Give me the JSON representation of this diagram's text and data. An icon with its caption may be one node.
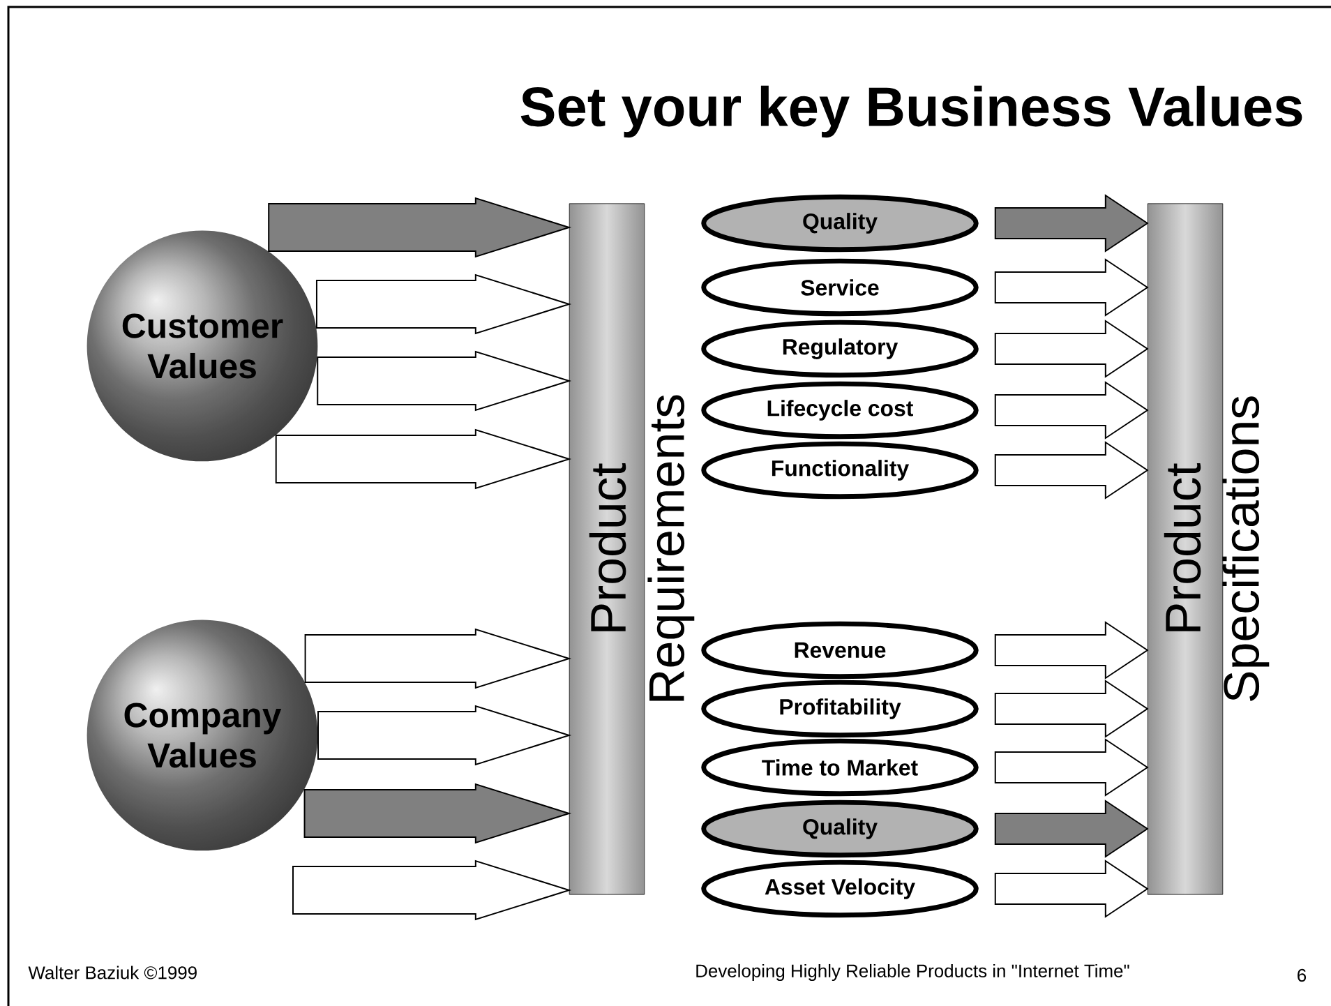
{
  "diagram": {
    "title": "Set your key Business Values",
    "nodes": [
      {
        "text": [
          "Customer Values"
        ]
      },
      {
        "text": [
          "Company Values"
        ]
      },
      {
        "text": [
          "Product Requirements"
        ]
      },
      {
        "text": [
          "Quality"
        ]
      },
      {
        "text": [
          "Service"
        ]
      },
      {
        "text": [
          "Regulatory"
        ]
      },
      {
        "text": [
          "Lifecycle cost"
        ]
      },
      {
        "text": [
          "Functionality"
        ]
      },
      {
        "text": [
          "Revenue"
        ]
      },
      {
        "text": [
          "Profitability"
        ]
      },
      {
        "text": [
          "Time to Market"
        ]
      },
      {
        "text": [
          "Quality"
        ]
      },
      {
        "text": [
          "Asset Velocity"
        ]
      },
      {
        "text": [
          "Product Specifications"
        ]
      }
    ],
    "edges": [
      {
        "from": 0,
        "to": 2,
        "arrow": "to",
        "color": "#808080"
      },
      {
        "from": 0,
        "to": 2,
        "arrow": "to"
      },
      {
        "from": 0,
        "to": 2,
        "arrow": "to"
      },
      {
        "from": 0,
        "to": 2,
        "arrow": "to"
      },
      {
        "from": 1,
        "to": 2,
        "arrow": "to"
      },
      {
        "from": 1,
        "to": 2,
        "arrow": "to"
      },
      {
        "from": 1,
        "to": 2,
        "arrow": "to",
        "color": "#808080"
      },
      {
        "from": 1,
        "to": 2,
        "arrow": "to"
      },
      {
        "from": 3,
        "to": 13,
        "arrow": "to",
        "color": "#808080"
      },
      {
        "from": 4,
        "to": 13,
        "arrow": "to"
      },
      {
        "from": 5,
        "to": 13,
        "arrow": "to"
      },
      {
        "from": 6,
        "to": 13,
        "arrow": "to"
      },
      {
        "from": 7,
        "to": 13,
        "arrow": "to"
      },
      {
        "from": 8,
        "to": 13,
        "arrow": "to"
      },
      {
        "from": 9,
        "to": 13,
        "arrow": "to"
      },
      {
        "from": 10,
        "to": 13,
        "arrow": "to"
      },
      {
        "from": 11,
        "to": 13,
        "arrow": "to",
        "color": "#808080"
      },
      {
        "from": 12,
        "to": 13,
        "arrow": "to"
      }
    ],
    "labels": [
      "Walter Baziuk ©1999",
      "Developing Highly Reliable Products in \"Internet Time\"",
      "6"
    ]
  }
}
